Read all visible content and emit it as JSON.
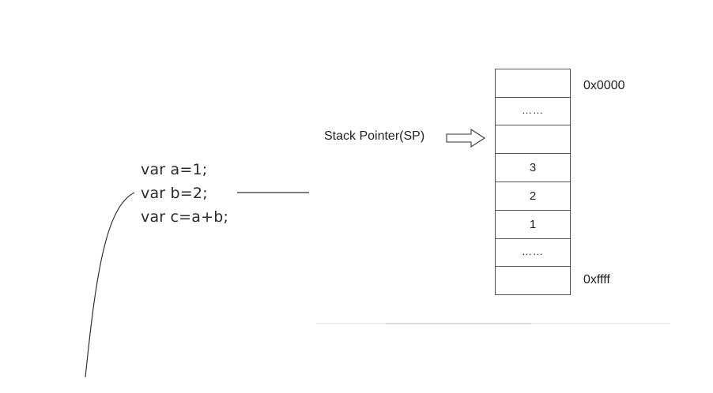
{
  "code": {
    "lines": [
      "var a=1;",
      "var b=2;",
      "var c=a+b;"
    ]
  },
  "stack": {
    "pointer_label": "Stack Pointer(SP)",
    "top_address": "0x0000",
    "bottom_address": "0xffff",
    "cells": [
      "",
      "……",
      "",
      "3",
      "2",
      "1",
      "……",
      ""
    ],
    "pointer_index": 2
  },
  "colors": {
    "line": "#555555",
    "text": "#222222",
    "fade": "#e6e6e6"
  }
}
